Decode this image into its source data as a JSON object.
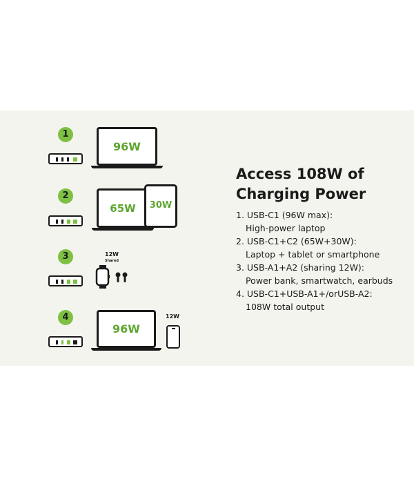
{
  "heading": {
    "line1": "Access 108W of",
    "line2": "Charging Power"
  },
  "steps": [
    {
      "number": "1",
      "laptop_watt": "96W"
    },
    {
      "number": "2",
      "laptop_watt": "65W",
      "tablet_watt": "30W"
    },
    {
      "number": "3",
      "shared_watt": "12W",
      "shared_label": "Shared"
    },
    {
      "number": "4",
      "laptop_watt": "96W",
      "phone_watt": "12W"
    }
  ],
  "specs": [
    {
      "line1": "1. USB-C1 (96W max):",
      "line2": "High-power laptop"
    },
    {
      "line1": "2. USB-C1+C2 (65W+30W):",
      "line2": "Laptop + tablet or smartphone"
    },
    {
      "line1": "3. USB-A1+A2 (sharing 12W):",
      "line2": "Power bank, smartwatch, earbuds"
    },
    {
      "line1": "4. USB-C1+USB-A1+/orUSB-A2:",
      "line2": "108W total output"
    }
  ],
  "colors": {
    "accent": "#7ec142",
    "watt_text": "#5fa531",
    "panel_bg": "#f4f4ee",
    "ink": "#1a1a1a"
  },
  "icons": [
    "charger-icon",
    "laptop-icon",
    "tablet-icon",
    "smartwatch-icon",
    "earbuds-icon",
    "smartphone-icon"
  ]
}
